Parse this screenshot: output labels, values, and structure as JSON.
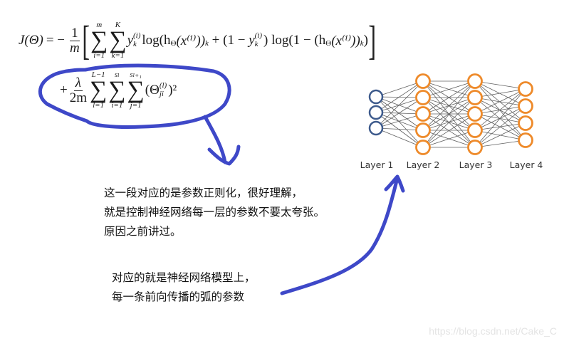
{
  "formula": {
    "main": {
      "lhs": "J(Θ)",
      "eq": "= −",
      "frac_num": "1",
      "frac_den": "m",
      "sum1": {
        "upper": "m",
        "lower": "i=1"
      },
      "sum2": {
        "upper": "K",
        "lower": "k=1"
      },
      "term1": "y",
      "term1_sup": "(i)",
      "term1_sub": "k",
      "term1_rest": "log(h",
      "theta_sub": "Θ",
      "term1_tail": "(x⁽ⁱ⁾))",
      "k_sub": "k",
      "plus": " + (1 − ",
      "term2": "y",
      "term2_sup": "(i)",
      "term2_sub": "k",
      "term2_rest": ") log(1 − (h",
      "term2_tail": "(x⁽ⁱ⁾))",
      "term2_end": ")"
    },
    "regularization": {
      "plus": "+",
      "frac_num": "λ",
      "frac_den": "2m",
      "sum1": {
        "upper": "L−1",
        "lower": "l=1"
      },
      "sum2": {
        "upper": "sₗ",
        "lower": "i=1"
      },
      "sum3": {
        "upper": "sₗ₊₁",
        "lower": "j=1"
      },
      "term": "(Θ",
      "term_sup": "(l)",
      "term_sub": "ji",
      "term_end": ")²"
    }
  },
  "annotations": {
    "note1": [
      "这一段对应的是参数正则化，很好理解，",
      "就是控制神经网络每一层的参数不要太夸张。",
      "原因之前讲过。"
    ],
    "note2": [
      "对应的就是神经网络模型上，",
      "每一条前向传播的弧的参数"
    ],
    "ink_color": "#3e48c8"
  },
  "network": {
    "layers": [
      {
        "label": "Layer 1",
        "nodes": 3,
        "color": "#3d5a8c"
      },
      {
        "label": "Layer 2",
        "nodes": 5,
        "color": "#ee8a2a"
      },
      {
        "label": "Layer 3",
        "nodes": 5,
        "color": "#ee8a2a"
      },
      {
        "label": "Layer 4",
        "nodes": 4,
        "color": "#ee8a2a"
      }
    ],
    "edge_color": "#444444"
  },
  "watermark": "https://blog.csdn.net/Cake_C"
}
